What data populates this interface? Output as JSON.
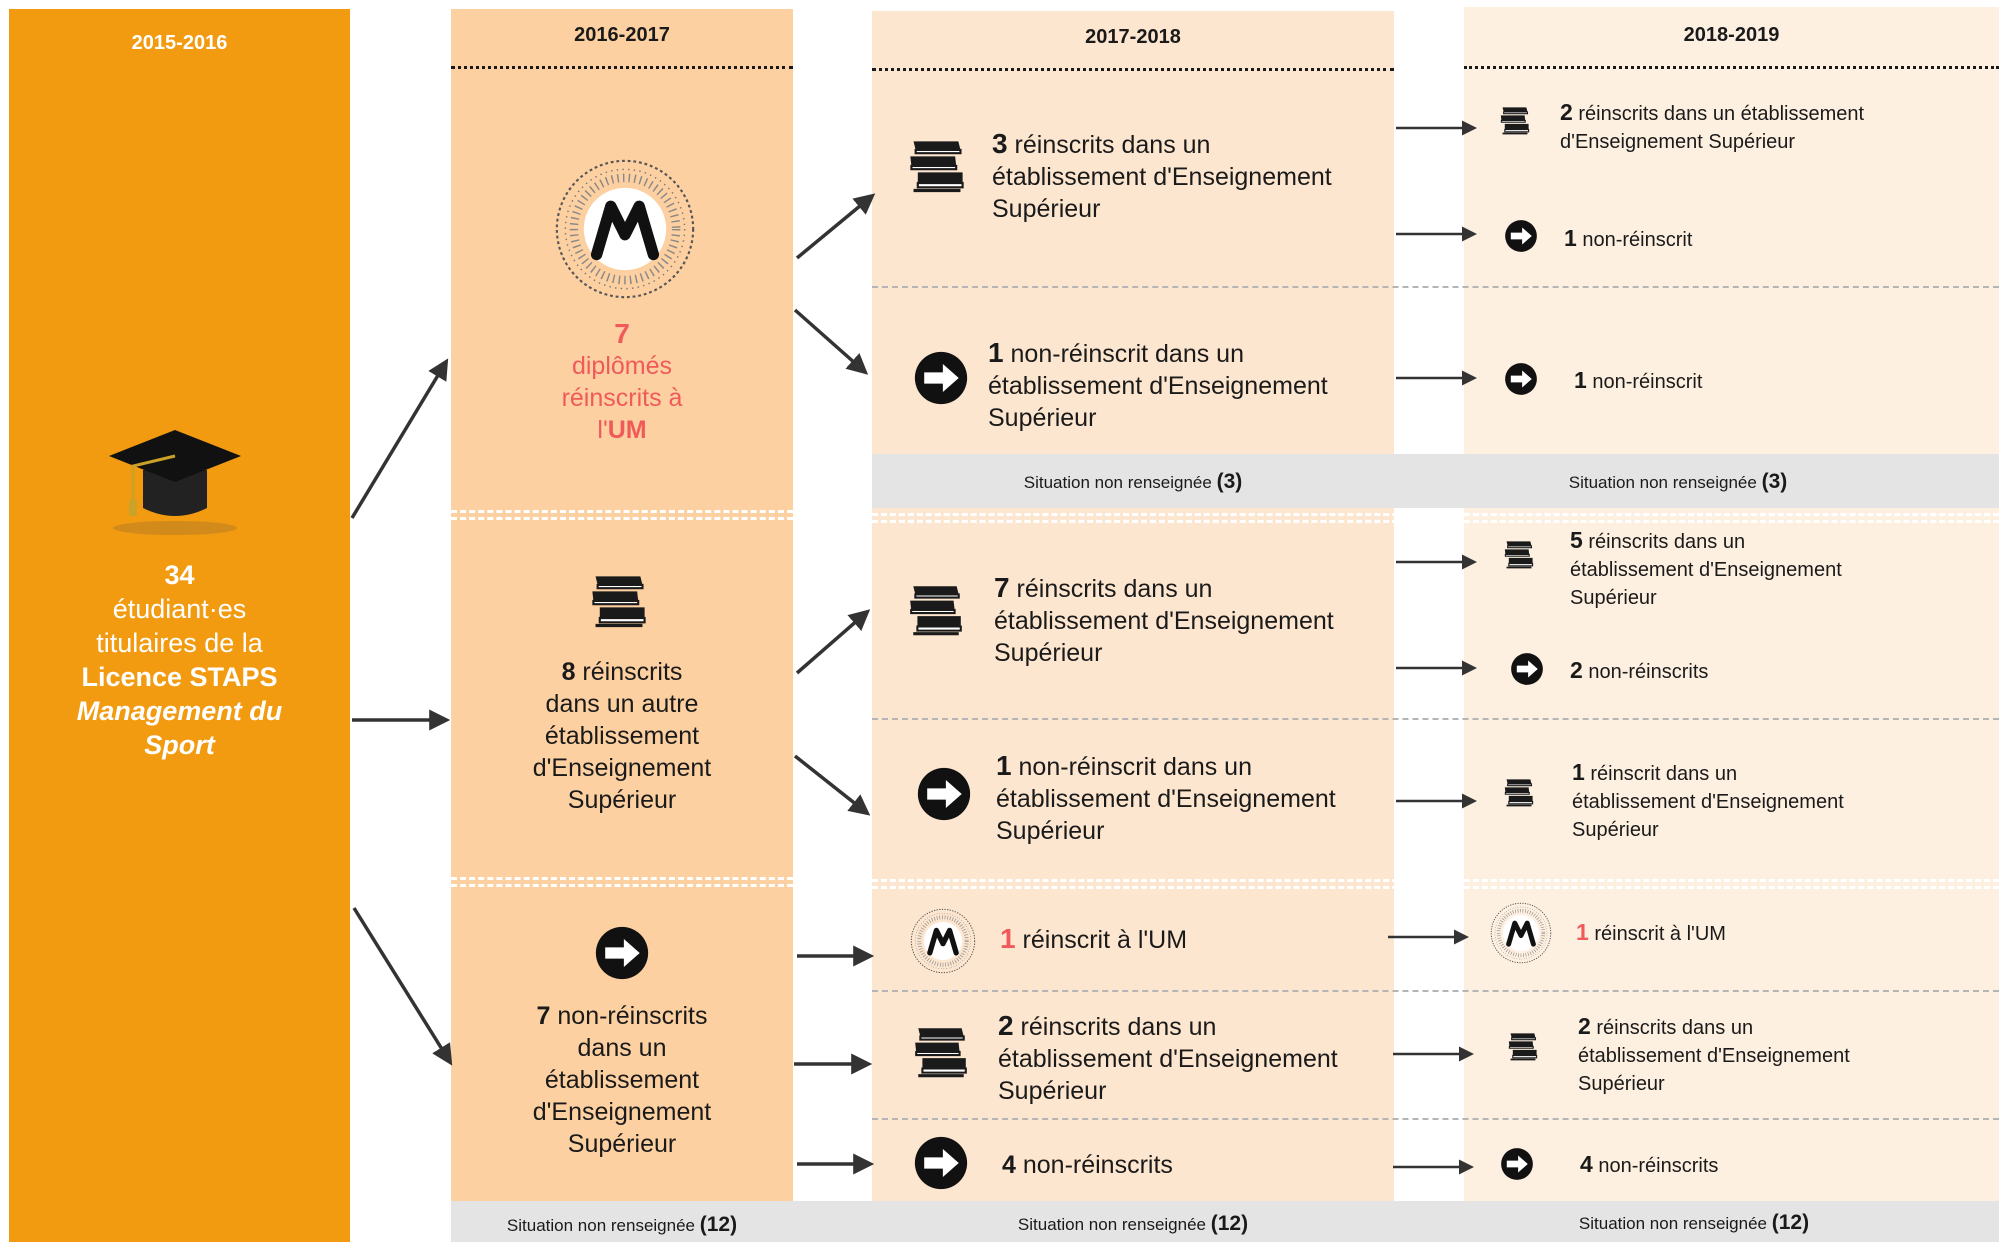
{
  "years": [
    "2015-2016",
    "2016-2017",
    "2017-2018",
    "2018-2019"
  ],
  "start": {
    "count": "34",
    "line1": "étudiant·es",
    "line2": "titulaires de la",
    "line3": "Licence STAPS",
    "line4": "Management du",
    "line5": "Sport"
  },
  "col2": {
    "um": {
      "count": "7",
      "l1": "diplômés",
      "l2": "réinscrits à",
      "l3": "l'",
      "l3b": "UM"
    },
    "other": {
      "count": "8",
      "l1": "réinscrits",
      "l2": "dans un autre",
      "l3": "établissement",
      "l4": "d'Enseignement",
      "l5": "Supérieur"
    },
    "non": {
      "count": "7",
      "l1": "non-réinscrits",
      "l2": "dans un",
      "l3": "établissement",
      "l4": "d'Enseignement",
      "l5": "Supérieur"
    },
    "sit": {
      "label": "Situation non renseignée",
      "count": "(12)"
    }
  },
  "col3": {
    "a": {
      "count": "3",
      "l1": "réinscrits dans un",
      "l2": "établissement d'Enseignement",
      "l3": "Supérieur"
    },
    "b": {
      "count": "1",
      "l1": "non-réinscrit dans un",
      "l2": "établissement d'Enseignement",
      "l3": "Supérieur"
    },
    "sitA": {
      "label": "Situation non renseignée",
      "count": "(3)"
    },
    "c": {
      "count": "7",
      "l1": "réinscrits dans un",
      "l2": "établissement d'Enseignement",
      "l3": "Supérieur"
    },
    "d": {
      "count": "1",
      "l1": "non-réinscrit dans un",
      "l2": "établissement d'Enseignement",
      "l3": "Supérieur"
    },
    "e": {
      "count": "1",
      "l1": "réinscrit à l'UM"
    },
    "f": {
      "count": "2",
      "l1": "réinscrits dans un",
      "l2": "établissement d'Enseignement",
      "l3": "Supérieur"
    },
    "g": {
      "count": "4",
      "l1": "non-réinscrits"
    },
    "sitB": {
      "label": "Situation non renseignée",
      "count": "(12)"
    }
  },
  "col4": {
    "a": {
      "count": "2",
      "l1": "réinscrits dans un établissement",
      "l2": "d'Enseignement Supérieur"
    },
    "b": {
      "count": "1",
      "l1": "non-réinscrit"
    },
    "c": {
      "count": "1",
      "l1": "non-réinscrit"
    },
    "sitA": {
      "label": "Situation non renseignée",
      "count": "(3)"
    },
    "d": {
      "count": "5",
      "l1": "réinscrits dans un",
      "l2": "établissement d'Enseignement",
      "l3": "Supérieur"
    },
    "e": {
      "count": "2",
      "l1": "non-réinscrits"
    },
    "f": {
      "count": "1",
      "l1": "réinscrit dans un",
      "l2": "établissement d'Enseignement",
      "l3": "Supérieur"
    },
    "g": {
      "count": "1",
      "l1": "réinscrit à l'UM"
    },
    "h": {
      "count": "2",
      "l1": "réinscrits dans un",
      "l2": "établissement d'Enseignement",
      "l3": "Supérieur"
    },
    "i": {
      "count": "4",
      "l1": "non-réinscrits"
    },
    "sitB": {
      "label": "Situation non renseignée",
      "count": "(12)"
    }
  },
  "colors": {
    "col1": "#f29b11",
    "col2": "#fdd0a1",
    "col3": "#fde6cf",
    "col4": "#fef0e1",
    "highlight": "#f05a5a",
    "gray": "#e4e4e4"
  },
  "icons": [
    "graduation-cap-icon",
    "university-seal-icon",
    "books-icon",
    "arrow-circle-icon"
  ]
}
